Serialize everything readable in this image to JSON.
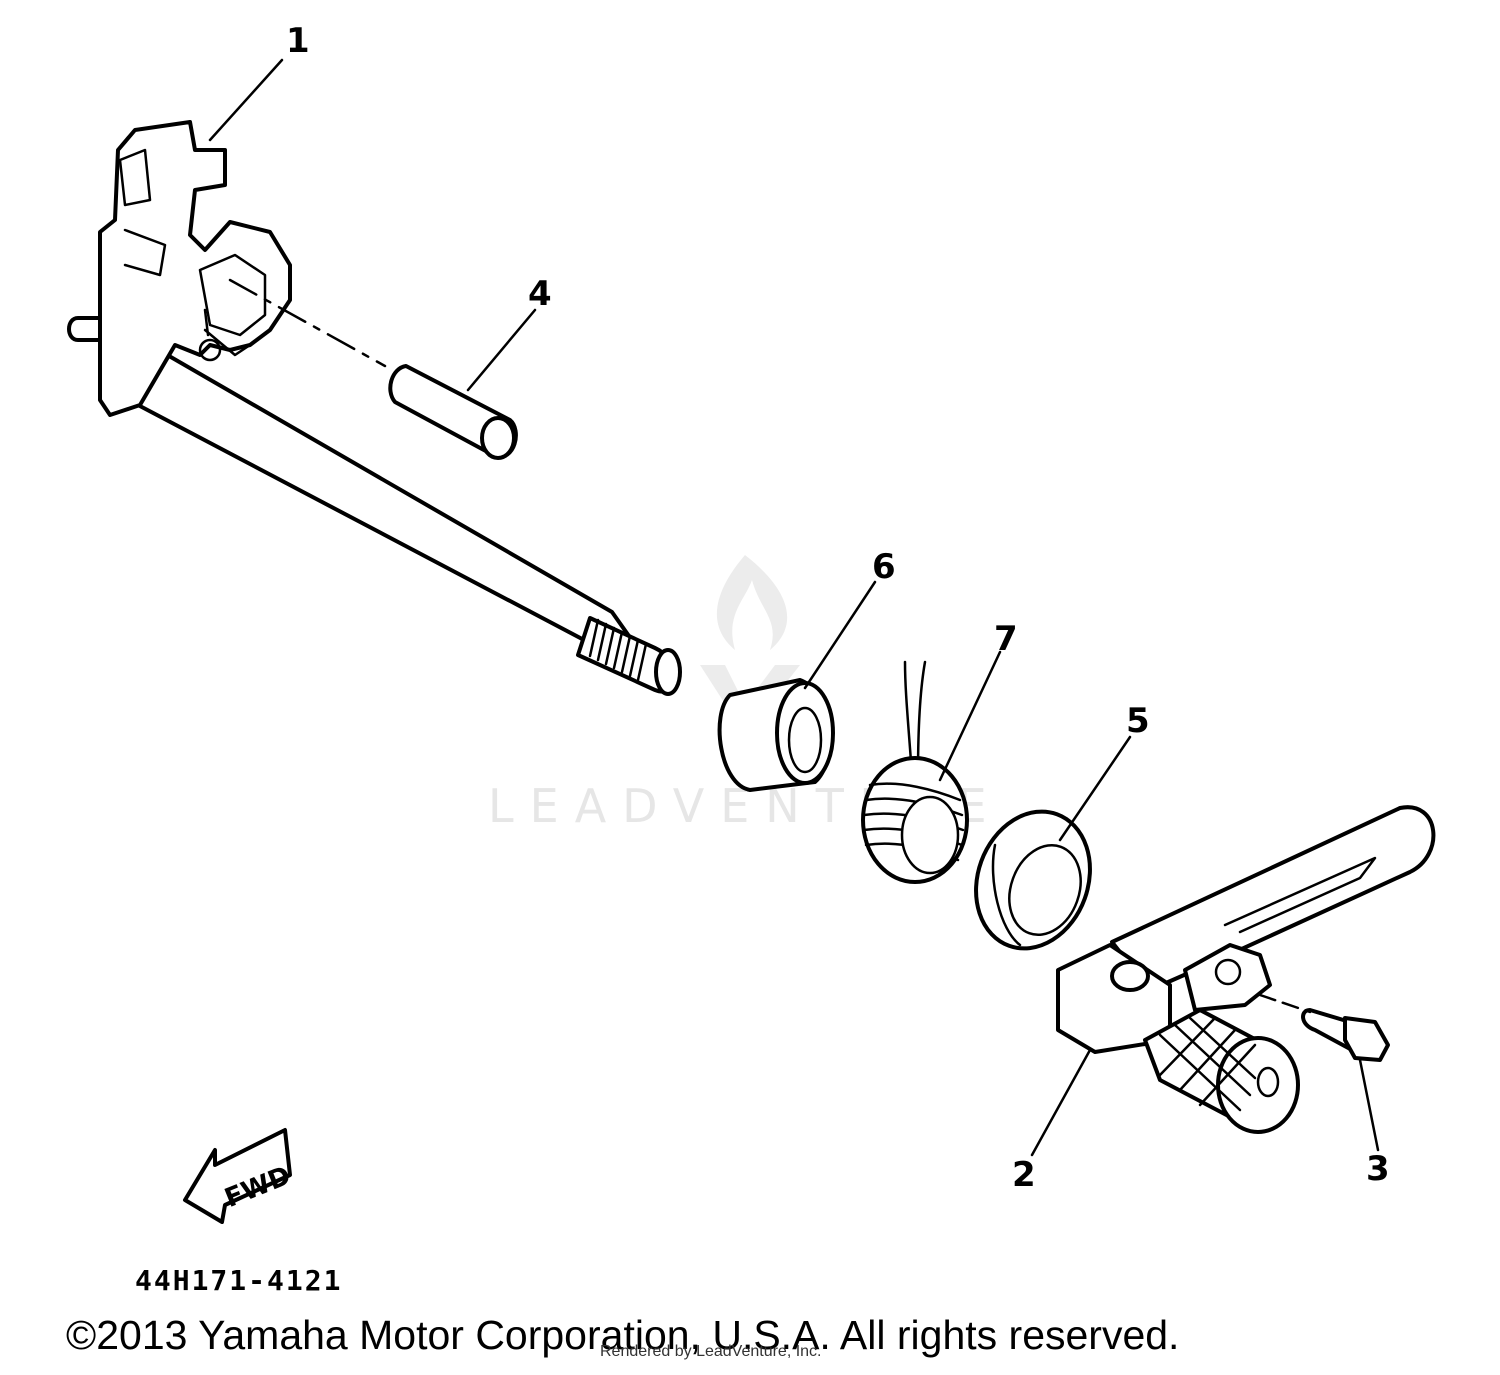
{
  "watermark": {
    "text": "LEADVENTURE"
  },
  "callouts": [
    {
      "id": "1",
      "label": "1"
    },
    {
      "id": "2",
      "label": "2"
    },
    {
      "id": "3",
      "label": "3"
    },
    {
      "id": "4",
      "label": "4"
    },
    {
      "id": "5",
      "label": "5"
    },
    {
      "id": "6",
      "label": "6"
    },
    {
      "id": "7",
      "label": "7"
    }
  ],
  "fwd_label": "FWD",
  "diagram_number": "44H171-4121",
  "copyright": "©2013 Yamaha Motor Corporation, U.S.A. All rights reserved.",
  "rendered_by": "Rendered by LeadVenture, Inc."
}
